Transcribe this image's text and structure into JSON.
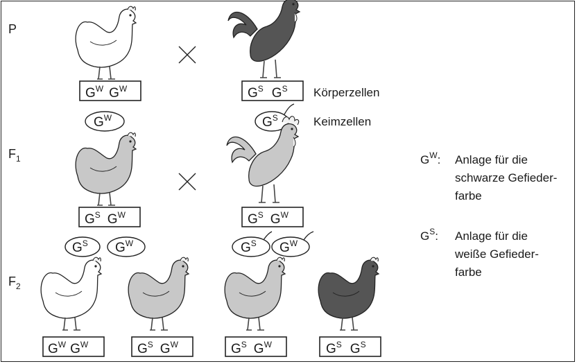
{
  "generations": {
    "p": "P",
    "f1_main": "F",
    "f1_sub": "1",
    "f2_main": "F",
    "f2_sub": "2"
  },
  "labels": {
    "body_cells": "Körperzellen",
    "germ_cells": "Keimzellen"
  },
  "alleles": {
    "g": "G",
    "w": "W",
    "s": "S"
  },
  "legend": [
    {
      "symbol": "GW:",
      "lines": [
        "Anlage für die",
        "schwarze Gefieder-",
        "farbe"
      ]
    },
    {
      "symbol": "GS:",
      "lines": [
        "Anlage für die",
        "weiße Gefieder-",
        "farbe"
      ]
    }
  ],
  "colors": {
    "white": "#ffffff",
    "grey": "#c8c8c8",
    "black": "#555555",
    "comb": "#f2f2f2"
  }
}
